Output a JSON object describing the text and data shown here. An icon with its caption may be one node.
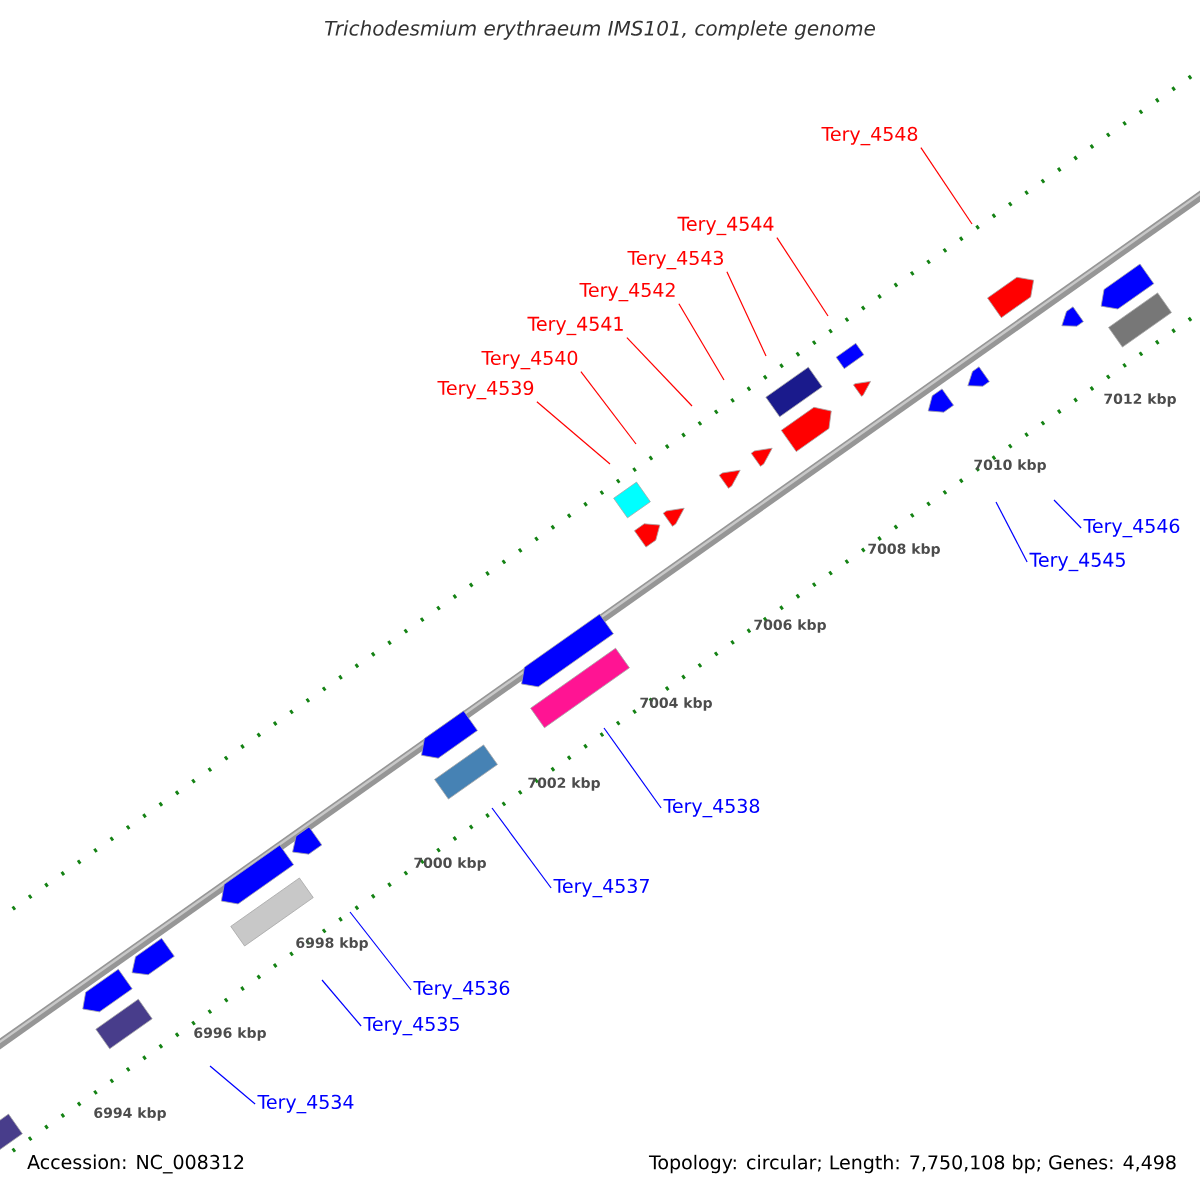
{
  "diagram": {
    "title": "Trichodesmium erythraeum IMS101, complete genome",
    "nodes": [
      {
        "text": [
          "Tery_4548"
        ]
      },
      {
        "text": [
          "Tery_4544"
        ]
      },
      {
        "text": [
          "Tery_4543"
        ]
      },
      {
        "text": [
          "Tery_4542"
        ]
      },
      {
        "text": [
          "Tery_4541"
        ]
      },
      {
        "text": [
          "Tery_4540"
        ]
      },
      {
        "text": [
          "Tery_4539"
        ]
      },
      {
        "text": [
          "Tery_4546"
        ]
      },
      {
        "text": [
          "Tery_4545"
        ]
      },
      {
        "text": [
          "Tery_4538"
        ]
      },
      {
        "text": [
          "Tery_4537"
        ]
      },
      {
        "text": [
          "Tery_4536"
        ]
      },
      {
        "text": [
          "Tery_4535"
        ]
      },
      {
        "text": [
          "Tery_4534"
        ]
      }
    ],
    "edges": [
      {
        "from": 0,
        "to": null,
        "arrow": "none",
        "color": "#ff0000"
      },
      {
        "from": 1,
        "to": null,
        "arrow": "none",
        "color": "#ff0000"
      },
      {
        "from": 2,
        "to": null,
        "arrow": "none",
        "color": "#ff0000"
      },
      {
        "from": 3,
        "to": null,
        "arrow": "none",
        "color": "#ff0000"
      },
      {
        "from": 4,
        "to": null,
        "arrow": "none",
        "color": "#ff0000"
      },
      {
        "from": 5,
        "to": null,
        "arrow": "none",
        "color": "#ff0000"
      },
      {
        "from": 6,
        "to": null,
        "arrow": "none",
        "color": "#ff0000"
      },
      {
        "from": 7,
        "to": null,
        "arrow": "none",
        "color": "#0000ff"
      },
      {
        "from": 8,
        "to": null,
        "arrow": "none",
        "color": "#0000ff"
      },
      {
        "from": 9,
        "to": null,
        "arrow": "none",
        "color": "#0000ff"
      },
      {
        "from": 10,
        "to": null,
        "arrow": "none",
        "color": "#0000ff"
      },
      {
        "from": 11,
        "to": null,
        "arrow": "none",
        "color": "#0000ff"
      },
      {
        "from": 12,
        "to": null,
        "arrow": "none",
        "color": "#0000ff"
      },
      {
        "from": 13,
        "to": null,
        "arrow": "none",
        "color": "#0000ff"
      }
    ],
    "labels": [
      "7012 kbp",
      "7010 kbp",
      "7008 kbp",
      "7006 kbp",
      "7004 kbp",
      "7002 kbp",
      "7000 kbp",
      "6998 kbp",
      "6996 kbp",
      "6994 kbp",
      "Accession: NC_008312",
      "Topology: circular; Length: 7,750,108 bp; Genes: 4,498"
    ]
  }
}
